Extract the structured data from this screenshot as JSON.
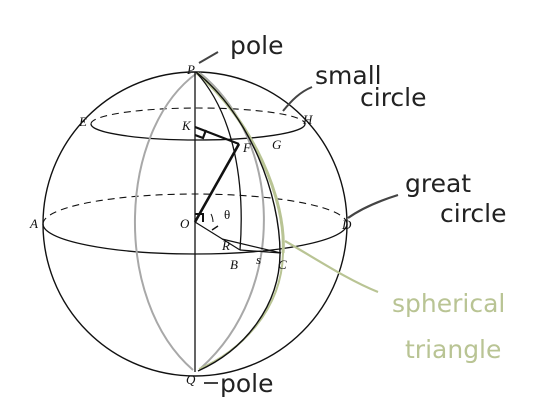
{
  "diagram": {
    "points": {
      "P": "P",
      "Q": "Q",
      "E": "E",
      "H": "H",
      "K": "K",
      "F": "F",
      "G": "G",
      "A": "A",
      "D": "D",
      "O": "O",
      "R": "R",
      "B": "B",
      "C": "C",
      "s": "s",
      "theta": "θ"
    },
    "annotations": {
      "pole_top": "pole",
      "pole_bottom": "pole",
      "small_circle_1": "small",
      "small_circle_2": "circle",
      "great_circle_1": "great",
      "great_circle_2": "circle",
      "spherical_triangle_1": "spherical",
      "spherical_triangle_2": "triangle"
    },
    "colors": {
      "ink": "#111111",
      "annotation_ink": "#444444",
      "gray_arc": "#a8a8a8",
      "triangle_green": "#b9c494"
    }
  }
}
